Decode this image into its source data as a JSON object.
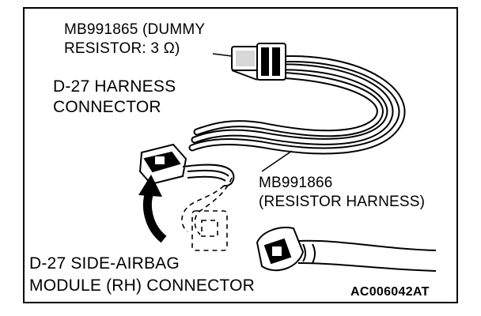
{
  "labels": {
    "dummy_resistor_line1": "MB991865 (DUMMY",
    "dummy_resistor_line2": "RESISTOR: 3 Ω)",
    "harness_connector_line1": "D-27 HARNESS",
    "harness_connector_line2": "CONNECTOR",
    "resistor_harness_line1": "MB991866",
    "resistor_harness_line2": "(RESISTOR HARNESS)",
    "airbag_connector_line1": "D-27 SIDE-AIRBAG",
    "airbag_connector_line2": "MODULE (RH) CONNECTOR",
    "figure_code": "AC006042AT"
  }
}
